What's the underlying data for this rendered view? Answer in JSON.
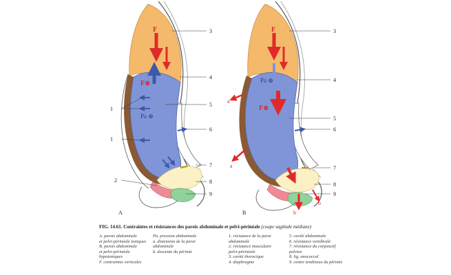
{
  "figure": {
    "panel_a": "A",
    "panel_b": "B",
    "force_label": "F",
    "fplus_label": "F⊕",
    "pa_label": "Pa ⊕",
    "pa_label_b": "Pa ⊕",
    "callout_numbers": [
      "1",
      "1",
      "2",
      "3",
      "4",
      "5",
      "6",
      "7",
      "8",
      "9"
    ],
    "callout_numbers_b": [
      "3",
      "4",
      "5",
      "6",
      "7",
      "8",
      "9"
    ],
    "small_a": "a",
    "small_b": "b",
    "colors": {
      "chest": "#f5b96b",
      "abdomen": "#7f95d8",
      "wall": "#8a5a34",
      "force_red": "#e02a2a",
      "arrow_blue": "#3c5aa8",
      "pelvic_green": "#8fd29a",
      "pelvic_pink": "#ef8a95",
      "bladder_yellow": "#fbf1c4"
    }
  },
  "caption": {
    "prefix": "FIG. 14.61.",
    "title": "Contraintes et résistances des parois abdominale et pelvi-périnéale",
    "note": "(coupe sagittale médiane)"
  },
  "legend": {
    "col1": [
      "A. parois abdominale",
      "et pelvi-périnéale toniques",
      "B. parois abdominale",
      "et pelvi-périnéale",
      "hypotoniques",
      "F. contraintes verticales"
    ],
    "col2": [
      "Pa. pression abdominale",
      "a. distension de la paroi",
      "abdominale",
      "b. descente du périnée"
    ],
    "col3": [
      "1. résistance de la paroi",
      "abdominale",
      "2. résistance musculaire",
      "pelvi-périnéale",
      "3. cavité thoracique",
      "4. diaphragme"
    ],
    "col4": [
      "5. cavité abdominale",
      "6. résistance vertébrale",
      "7. résistance du conjonctif",
      "pelvien",
      "8. lig. anococcal",
      "9. centre tendineux du périnée"
    ]
  }
}
